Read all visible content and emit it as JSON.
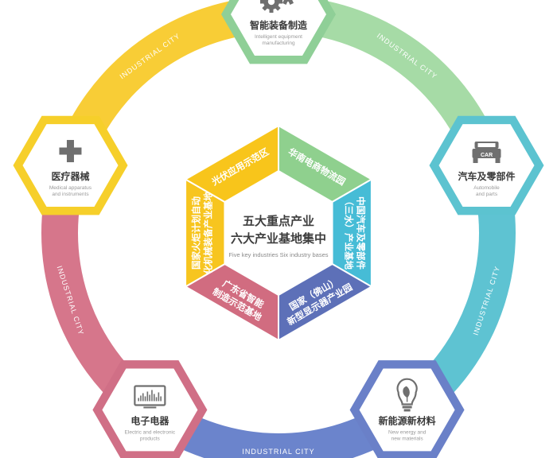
{
  "center": {
    "title_line1": "五大重点产业",
    "title_line2": "六大产业基地集中",
    "subtitle": "Five key industries Six industry bases"
  },
  "ring_labels": [
    "INDUSTRIAL CITY",
    "INDUSTRIAL CITY",
    "INDUSTRIAL CITY",
    "INDUSTRIAL CITY",
    "INDUSTRIAL CITY"
  ],
  "nodes": [
    {
      "title": "智能装备制造",
      "sub1": "Intelligent equipment",
      "sub2": "manufacturing",
      "color": "#8fcf97",
      "icon": "gears-icon"
    },
    {
      "title": "汽车及零部件",
      "sub1": "Automobile",
      "sub2": "and parts",
      "color": "#5cc3d0",
      "icon": "car-icon"
    },
    {
      "title": "新能源新材料",
      "sub1": "New energy and",
      "sub2": "new materials",
      "color": "#6a80c8",
      "icon": "lightbulb-icon"
    },
    {
      "title": "电子电器",
      "sub1": "Electric and electronic",
      "sub2": "products",
      "color": "#d06f86",
      "icon": "monitor-icon"
    },
    {
      "title": "医疗器械",
      "sub1": "Medical apparatus",
      "sub2": "and instruments",
      "color": "#f6cf2a",
      "icon": "medical-cross-icon"
    }
  ],
  "segments": [
    {
      "lines": [
        "华南电商物流园"
      ],
      "color": "#8fd08e"
    },
    {
      "lines": [
        "中国汽车及零部件",
        "（三水）产业基地"
      ],
      "color": "#46bcd6"
    },
    {
      "lines": [
        "国家（佛山）",
        "新型显示器产业园"
      ],
      "color": "#5d70b8"
    },
    {
      "lines": [
        "广东省智能",
        "制造示范基地"
      ],
      "color": "#d16c80"
    },
    {
      "lines": [
        "国家火炬计划自动",
        "化机械装备产业基地"
      ],
      "color": "#f7c51f"
    },
    {
      "lines": [
        "光伏应用示范区"
      ],
      "color": "#f8c51b"
    }
  ],
  "colors": {
    "ring_yellow": "#f8cd36",
    "ring_green": "#a6dba6",
    "ring_teal": "#5ec3d2",
    "ring_blue": "#6b84cc",
    "ring_pink": "#d6768b",
    "icon_gray": "#6f6f6f"
  }
}
